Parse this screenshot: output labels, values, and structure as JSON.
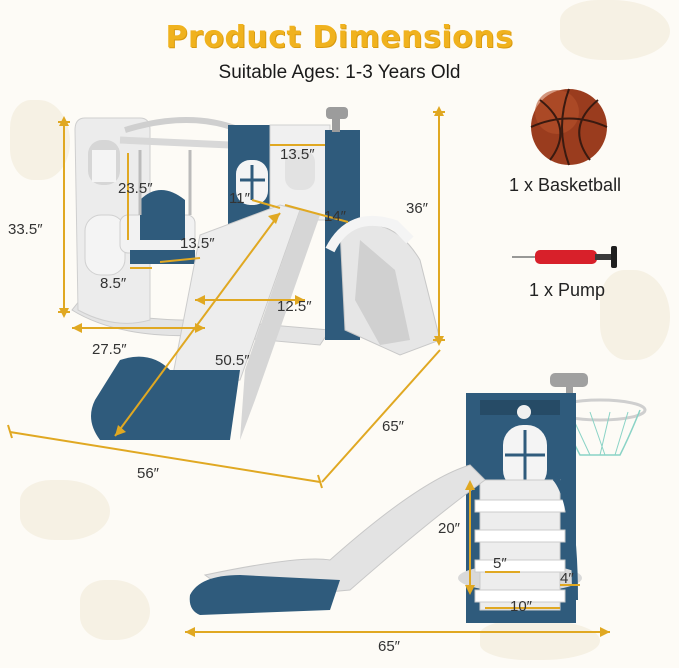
{
  "title": "Product Dimensions",
  "subtitle": "Suitable Ages: 1-3 Years Old",
  "accessories": [
    {
      "label": "1 x Basketball",
      "icon": "basketball-icon"
    },
    {
      "label": "1 x Pump",
      "icon": "pump-icon"
    }
  ],
  "main_dimensions": {
    "height_left": "33.5″",
    "height_right": "36″",
    "depth": "65″",
    "width": "56″",
    "swing_height": "23.5″",
    "swing_seat": "13.5″",
    "swing_small": "8.5″",
    "base_width": "27.5″",
    "slide_length": "50.5″",
    "slide_width": "12.5″",
    "top_width": "13.5″",
    "platform": "11″",
    "platform_depth": "14″"
  },
  "side_dimensions": {
    "stair_height": "20″",
    "step": "5″",
    "step_depth": "4″",
    "stair_width": "10″",
    "total_length": "65″"
  },
  "colors": {
    "title": "#f0b21e",
    "navy": "#2f5b7c",
    "white_grey": "#e8e8e8",
    "dimension_line": "#e0a822",
    "basketball": "#9a3c1e",
    "pump": "#d8202a"
  }
}
